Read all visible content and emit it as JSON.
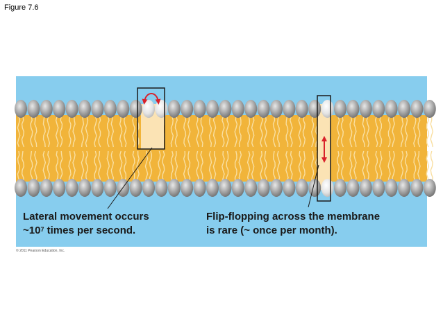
{
  "figure_label": "Figure 7.6",
  "copyright": "© 2011 Pearson Education, Inc.",
  "colors": {
    "background": "#87cdee",
    "tail": "#f1b43a",
    "tail_core": "#f9dfa1",
    "highlight": "#fbe3b4",
    "arrow": "#d9212b",
    "head_dark": "#8a8a8a",
    "head_light": "#e2e2e2"
  },
  "captions": {
    "lateral": {
      "line1": "Lateral movement occurs",
      "line2_pre": "~10",
      "line2_sup": "7",
      "line2_post": " times per second."
    },
    "flip": {
      "line1": "Flip-flopping across the membrane",
      "line2": "is rare (~ once per month)."
    }
  },
  "icons": {
    "lateral_arrow": "curved-double-arrow-icon",
    "flip_arrow": "vertical-double-arrow-icon"
  }
}
